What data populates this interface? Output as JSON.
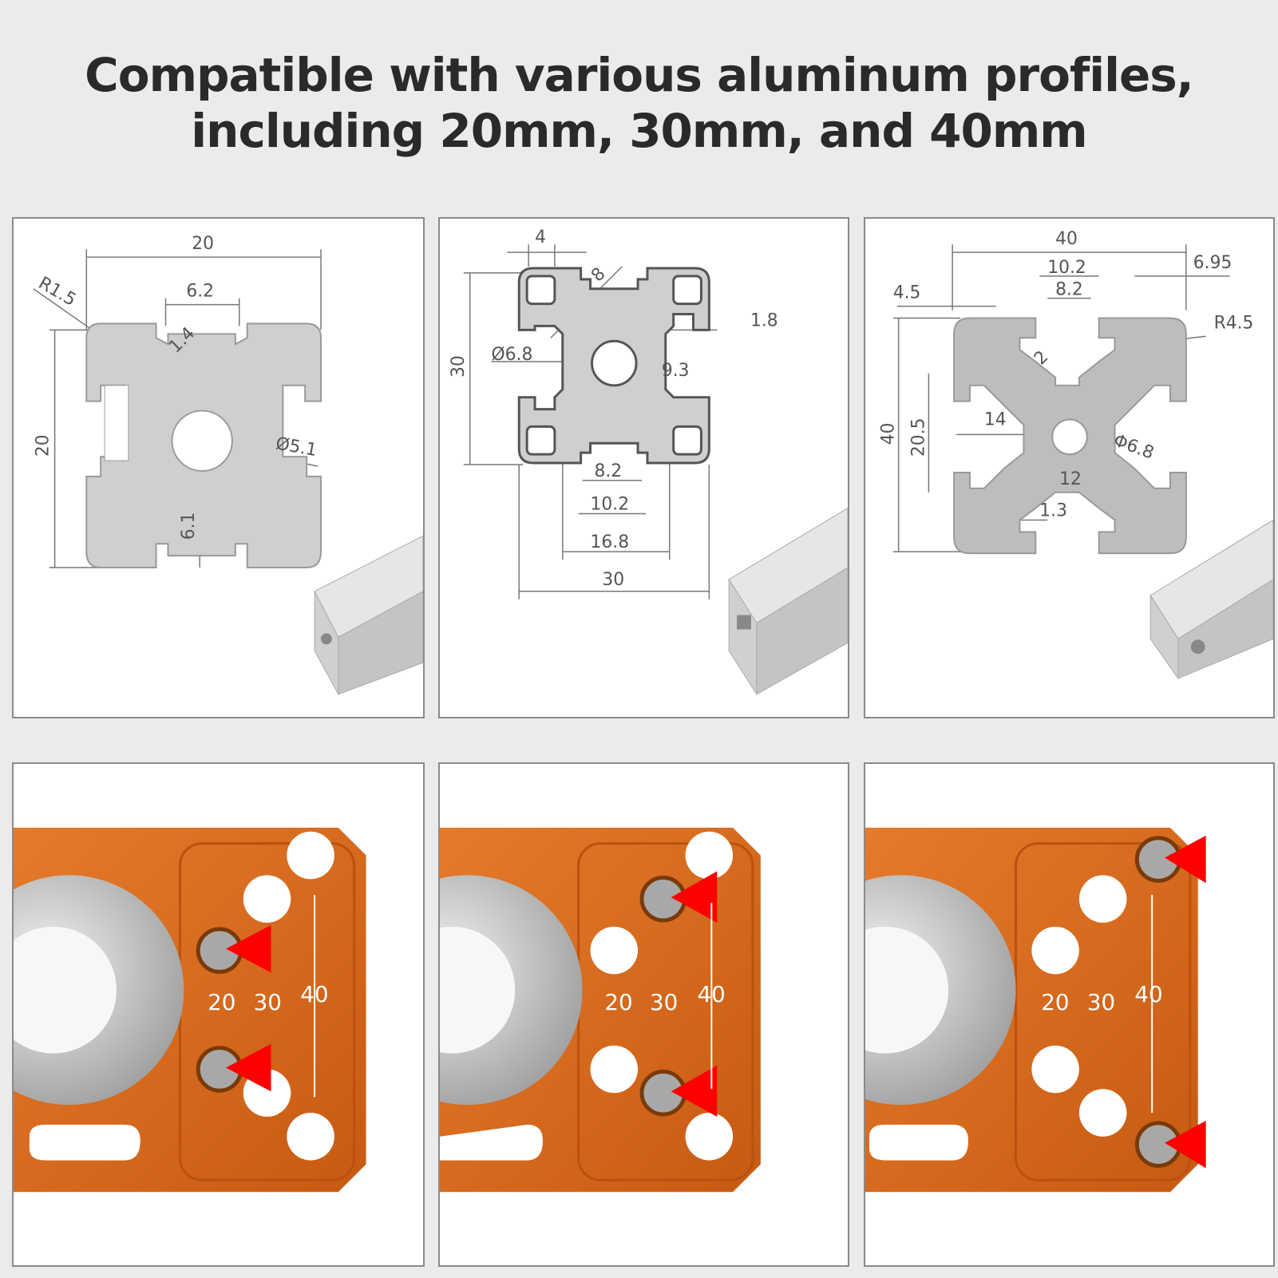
{
  "header": {
    "line1": "Compatible with various aluminum profiles,",
    "line2": "including 20mm, 30mm, and 40mm"
  },
  "colors": {
    "background": "#ebebeb",
    "profile_gray": "#cfcfcf",
    "jig_orange": "#d9691c",
    "marker_red": "#ff0000"
  },
  "profiles": [
    {
      "size": "20",
      "dims": {
        "width": "20",
        "height": "20",
        "slot": "6.2",
        "wall": "1.4",
        "radius": "R1.5",
        "bore": "Ø5.1",
        "depth": "6.1"
      }
    },
    {
      "size": "30",
      "dims": {
        "top": "4",
        "diag": "8",
        "height": "30",
        "bore": "Ø6.8",
        "lip": "1.8",
        "inner": "9.3",
        "s1": "8.2",
        "s2": "10.2",
        "s3": "16.8",
        "width": "30"
      }
    },
    {
      "size": "40",
      "dims": {
        "width": "40",
        "s2": "10.2",
        "s1": "8.2",
        "edge": "6.95",
        "lip": "4.5",
        "radius": "R4.5",
        "wall": "2",
        "core": "14",
        "height": "40",
        "mid": "20.5",
        "bore": "Φ6.8",
        "inner": "12",
        "thin": "1.3"
      }
    }
  ],
  "jig_labels": {
    "l20": "20",
    "l30": "30",
    "l40": "40"
  }
}
